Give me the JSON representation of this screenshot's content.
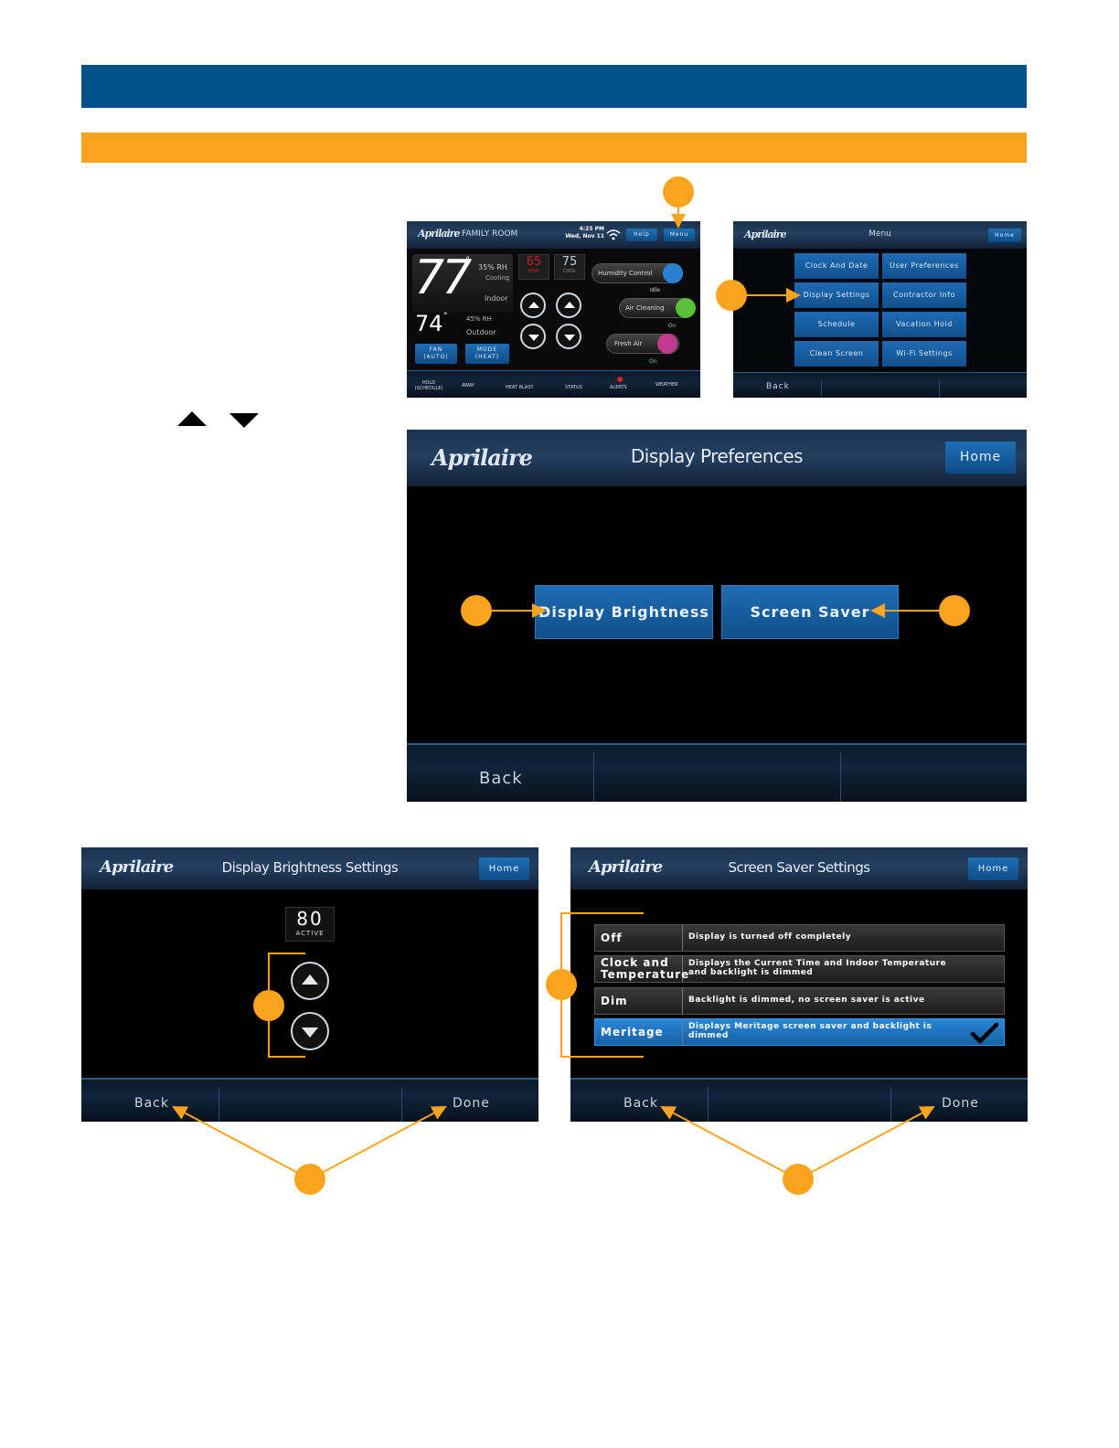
{
  "home_screen": {
    "logo": "Aprilaire",
    "room": "FAMILY ROOM",
    "time": "4:25 PM",
    "date": "Wed, Nov 11",
    "help_label": "Help",
    "menu_label": "Menu",
    "indoor_temp": "77",
    "indoor_rh": "35% RH",
    "indoor_status": "Cooling",
    "indoor_label": "Indoor",
    "outdoor_temp": "74",
    "outdoor_rh": "45% RH",
    "outdoor_label": "Outdoor",
    "heat_setpoint": "65",
    "heat_label": "HEAT",
    "cool_setpoint": "75",
    "cool_label": "COOL",
    "fan_label": "FAN",
    "fan_value": "(AUTO)",
    "mode_label": "MODE",
    "mode_value": "(HEAT)",
    "humidity_control": "Humidity Control",
    "humidity_status": "Idle",
    "air_cleaning": "Air Cleaning",
    "air_cleaning_status": "On",
    "fresh_air": "Fresh Air",
    "fresh_air_status": "On",
    "footer": [
      "HOLD",
      "AWAY",
      "HEAT BLAST",
      "STATUS",
      "ALERTS",
      "WEATHER"
    ],
    "hold_sub": "(SCHEDULE)"
  },
  "menu_screen": {
    "logo": "Aprilaire",
    "title": "Menu",
    "home_label": "Home",
    "items": [
      "Clock And Date",
      "User Preferences",
      "Display Settings",
      "Contractor Info",
      "Schedule",
      "Vacation Hold",
      "Clean Screen",
      "Wi-Fi Settings"
    ],
    "back_label": "Back"
  },
  "display_prefs": {
    "logo": "Aprilaire",
    "title": "Display Preferences",
    "home_label": "Home",
    "brightness_label": "Display Brightness",
    "screensaver_label": "Screen Saver",
    "back_label": "Back"
  },
  "brightness_screen": {
    "logo": "Aprilaire",
    "title": "Display Brightness Settings",
    "home_label": "Home",
    "value": "80",
    "value_label": "ACTIVE",
    "back_label": "Back",
    "done_label": "Done"
  },
  "screensaver_screen": {
    "logo": "Aprilaire",
    "title": "Screen Saver Settings",
    "home_label": "Home",
    "options": [
      {
        "label": "Off",
        "desc": "Display is turned off completely"
      },
      {
        "label": "Clock and Temperature",
        "desc": "Displays the Current Time and Indoor Temperature and backlight is dimmed"
      },
      {
        "label": "Dim",
        "desc": "Backlight is dimmed, no screen saver is active"
      },
      {
        "label": "Meritage",
        "desc": "Displays Meritage screen saver and backlight is dimmed"
      }
    ],
    "selected_option": "Meritage",
    "back_label": "Back",
    "done_label": "Done"
  },
  "colors": {
    "header_bar": "#00508c",
    "section_bar": "#faa41e",
    "callout": "#faa41e",
    "button_blue": "#1565a8"
  }
}
